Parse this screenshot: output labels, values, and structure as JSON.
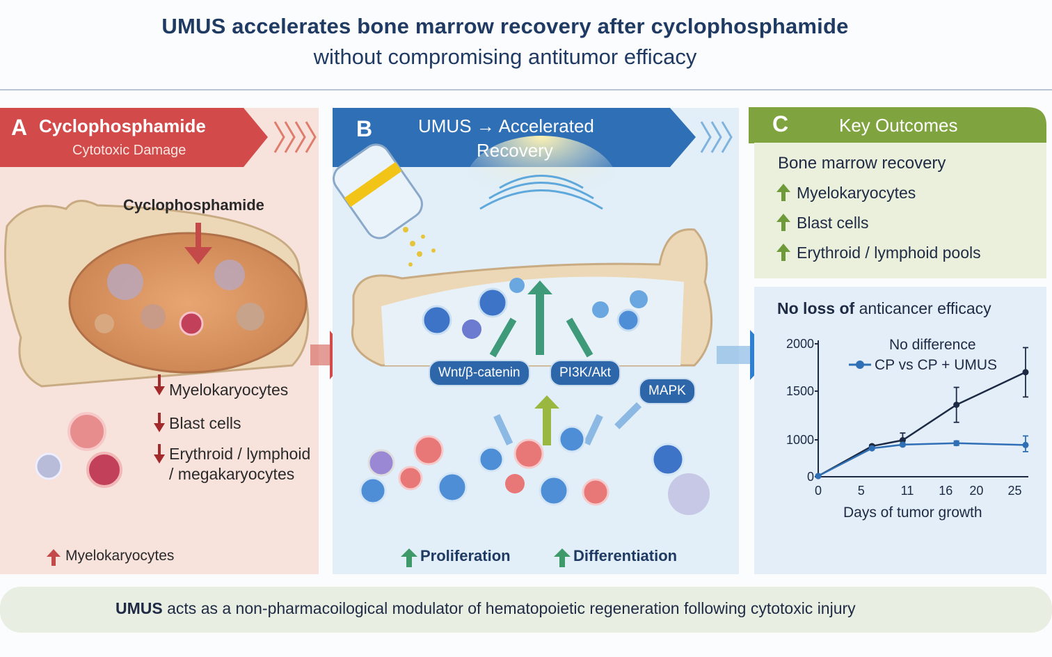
{
  "title": {
    "line1": "UMUS accelerates bone marrow recovery after cyclophosphamide",
    "line2": "without compromising antitumor efficacy"
  },
  "panel_a": {
    "letter": "A",
    "heading": "Cyclophosphamide",
    "subheading": "Cytotoxic Damage",
    "drug_label": "Cyclophosphamide",
    "decreases": [
      "Myelokaryocytes",
      "Blast cells",
      "Erythroid / lymphoid",
      "/ megakaryocytes"
    ],
    "bottom_increase": "Myelokaryocytes",
    "color": "#d24a4a"
  },
  "panel_b": {
    "letter": "B",
    "heading_line1": "UMUS → Accelerated",
    "heading_line2": "Recovery",
    "pathways": [
      "Wnt/β-catenin",
      "PI3K/Akt",
      "MAPK"
    ],
    "outcomes": [
      "Proliferation",
      "Differentiation"
    ],
    "color": "#2f6fb5"
  },
  "panel_c": {
    "letter": "C",
    "heading": "Key Outcomes",
    "recovery_title": "Bone marrow recovery",
    "recovery_items": [
      "Myelokaryocytes",
      "Blast cells",
      "Erythroid / lymphoid pools"
    ],
    "efficacy_title_bold": "No loss of",
    "efficacy_title_rest": "anticancer efficacy",
    "color": "#6f9a3a"
  },
  "chart_data": {
    "type": "line",
    "annotation": "No difference",
    "legend": "CP vs CP + UMUS",
    "xlabel": "Days of tumor growth",
    "x_ticks": [
      "0",
      "5",
      "11",
      "16",
      "20",
      "25"
    ],
    "y_ticks": [
      "0",
      "1000",
      "1500",
      "2000"
    ],
    "series": [
      {
        "x": [
          0,
          7,
          11,
          18,
          27
        ],
        "y": [
          20,
          830,
          990,
          1360,
          1700
        ],
        "err": [
          0,
          40,
          80,
          180,
          260
        ],
        "color": "#1c2a44"
      },
      {
        "x": [
          0,
          7,
          11,
          18,
          27
        ],
        "y": [
          20,
          770,
          870,
          910,
          860
        ],
        "err": [
          0,
          30,
          40,
          60,
          180
        ],
        "color": "#2f6fb5"
      }
    ]
  },
  "footer": {
    "bold": "UMUS",
    "text": "acts as a non-pharmacoilogical modulator of hematopoietic regeneration following cytotoxic injury"
  }
}
